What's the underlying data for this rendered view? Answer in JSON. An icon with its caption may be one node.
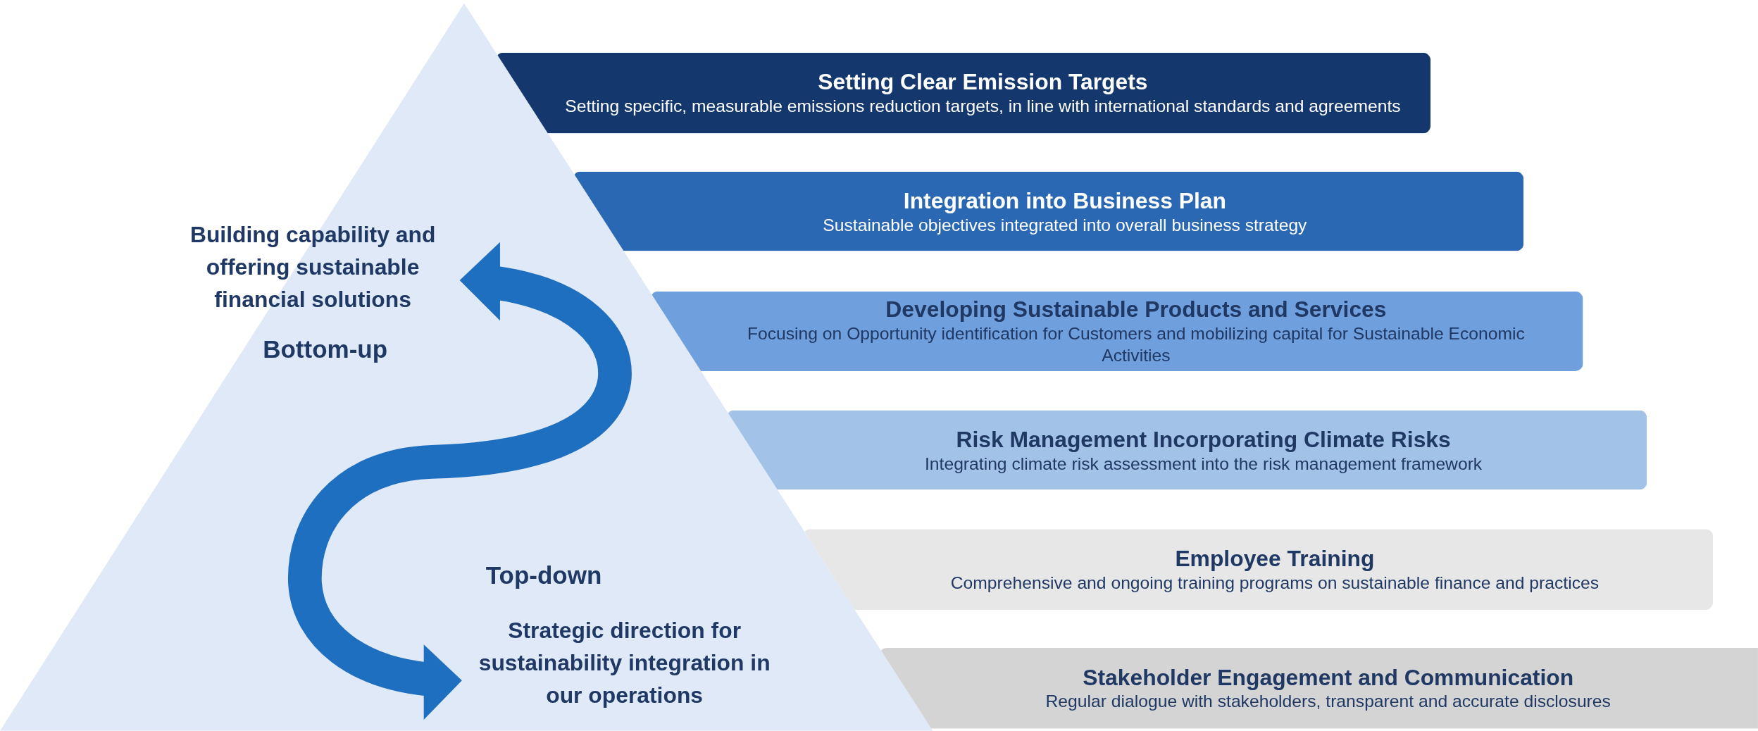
{
  "diagram": {
    "nodes": [
      {
        "text": [
          "Setting Clear Emission Targets",
          "Setting specific, measurable emissions reduction targets, in line with international standards and agreements"
        ]
      },
      {
        "text": [
          "Integration into Business Plan",
          "Sustainable objectives integrated into overall business strategy"
        ]
      },
      {
        "text": [
          "Developing Sustainable Products and Services",
          "Focusing on Opportunity identification for Customers and mobilizing capital for Sustainable Economic Activities"
        ]
      },
      {
        "text": [
          "Risk Management Incorporating Climate Risks",
          "Integrating climate risk assessment into the risk management framework"
        ]
      },
      {
        "text": [
          "Employee Training",
          "Comprehensive and ongoing training programs on sustainable finance and practices"
        ]
      },
      {
        "text": [
          "Stakeholder Engagement and Communication",
          "Regular dialogue with stakeholders, transparent and accurate disclosures"
        ]
      }
    ],
    "labels": [
      "Building capability and offering sustainable financial solutions",
      "Bottom-up",
      "Top-down",
      "Strategic direction for sustainability integration in our operations"
    ]
  }
}
